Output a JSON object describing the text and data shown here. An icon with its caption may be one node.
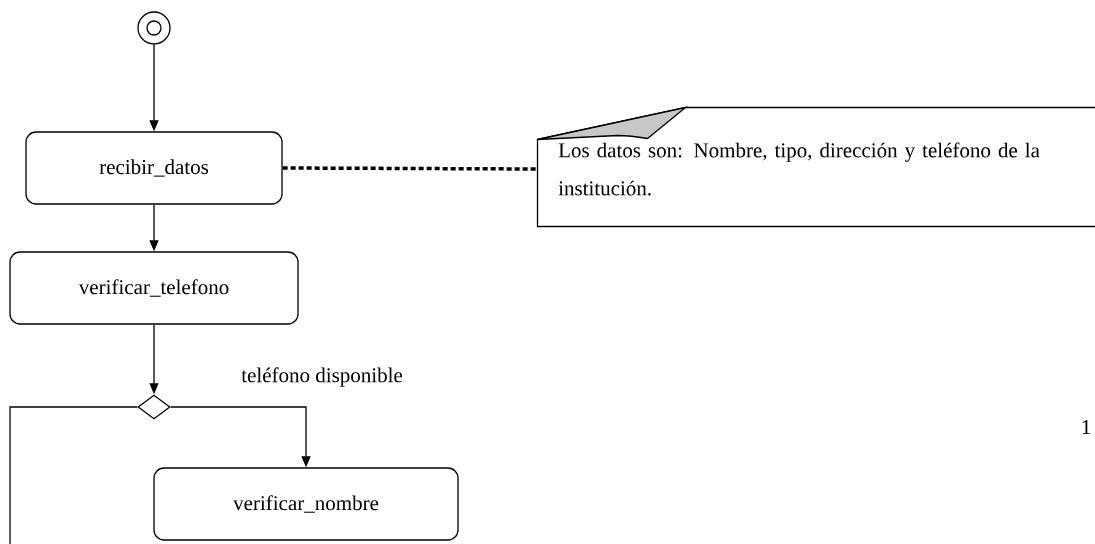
{
  "diagram": {
    "nodes": [
      {
        "text": [],
        "shape": "circle"
      },
      {
        "text": [
          "recibir_datos"
        ]
      },
      {
        "text": [
          "verificar_telefono"
        ]
      },
      {
        "text": [],
        "shape": "diamond"
      },
      {
        "text": [
          "verificar_nombre"
        ]
      },
      {
        "text": [
          "Los datos son: Nombre, tipo, dirección y teléfono de la institución."
        ]
      }
    ],
    "edges": [
      {
        "from": 0,
        "to": 1,
        "arrow": "to"
      },
      {
        "from": 1,
        "to": 2,
        "arrow": "to"
      },
      {
        "from": 2,
        "to": 3,
        "arrow": "to"
      },
      {
        "from": 3,
        "to": 4,
        "arrow": "to",
        "label": "teléfono disponible"
      },
      {
        "from": 1,
        "to": 5,
        "arrow": "none",
        "style": "dashed"
      },
      {
        "from": 3,
        "to": null,
        "arrow": "none"
      }
    ],
    "labels": [
      "1"
    ]
  }
}
